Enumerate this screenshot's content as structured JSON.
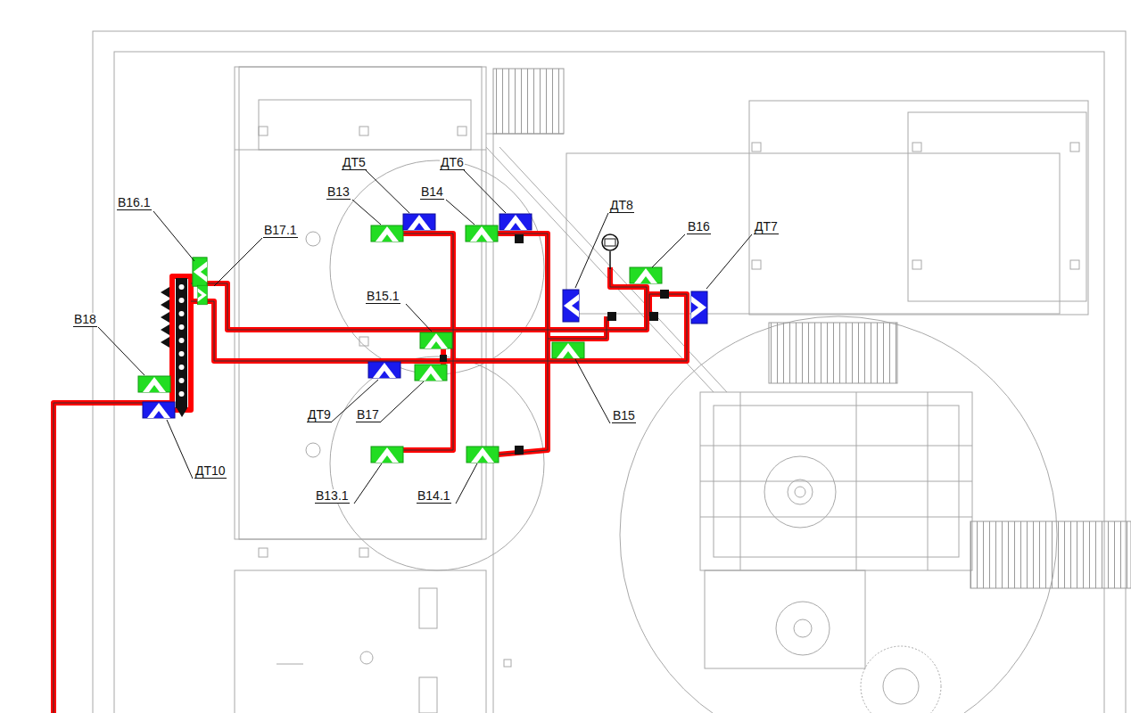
{
  "diagram": {
    "labels": [
      "В16.1",
      "В17.1",
      "ДТ5",
      "В13",
      "ДТ6",
      "В14",
      "ДТ8",
      "В16",
      "ДТ7",
      "В15.1",
      "В18",
      "ДТ9",
      "В17",
      "В15",
      "ДТ10",
      "В13.1",
      "В14.1"
    ]
  }
}
